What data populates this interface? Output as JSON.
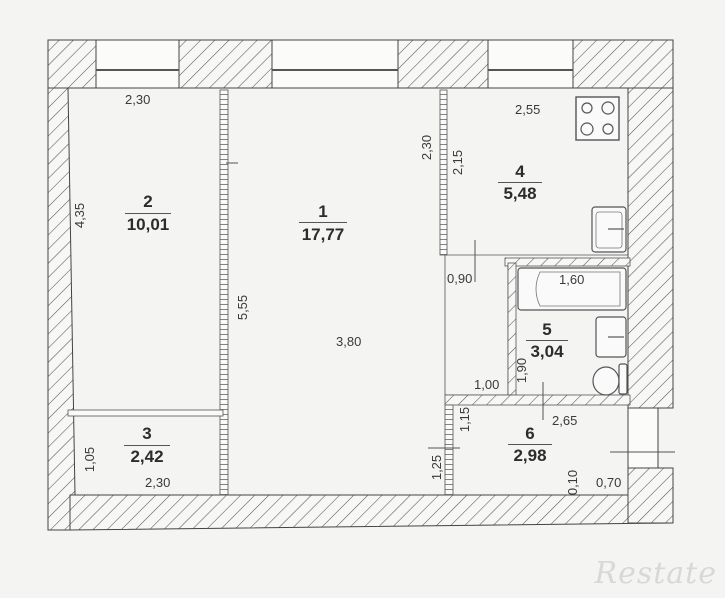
{
  "rooms": [
    {
      "id": "1",
      "number": "1",
      "area": "17,77"
    },
    {
      "id": "2",
      "number": "2",
      "area": "10,01"
    },
    {
      "id": "3",
      "number": "3",
      "area": "2,42"
    },
    {
      "id": "4",
      "number": "4",
      "area": "5,48"
    },
    {
      "id": "5",
      "number": "5",
      "area": "3,04"
    },
    {
      "id": "6",
      "number": "6",
      "area": "2,98"
    }
  ],
  "dimensions": {
    "room2_width": "2,30",
    "room2_height": "4,35",
    "room1_height": "5,55",
    "room1_width": "3,80",
    "room4_width": "2,55",
    "room4_height_outer": "2,30",
    "room4_height_inner": "2,15",
    "room4_door": "0,90",
    "bath_length": "1,60",
    "room5_height": "1,90",
    "room5_door": "1,00",
    "room6_width": "2,65",
    "room6_height_a": "1,15",
    "room6_height_b": "1,25",
    "room6_offset": "0,10",
    "room6_door": "0,70",
    "room3_height": "1,05",
    "room3_width": "2,30"
  },
  "watermark": "Restate"
}
